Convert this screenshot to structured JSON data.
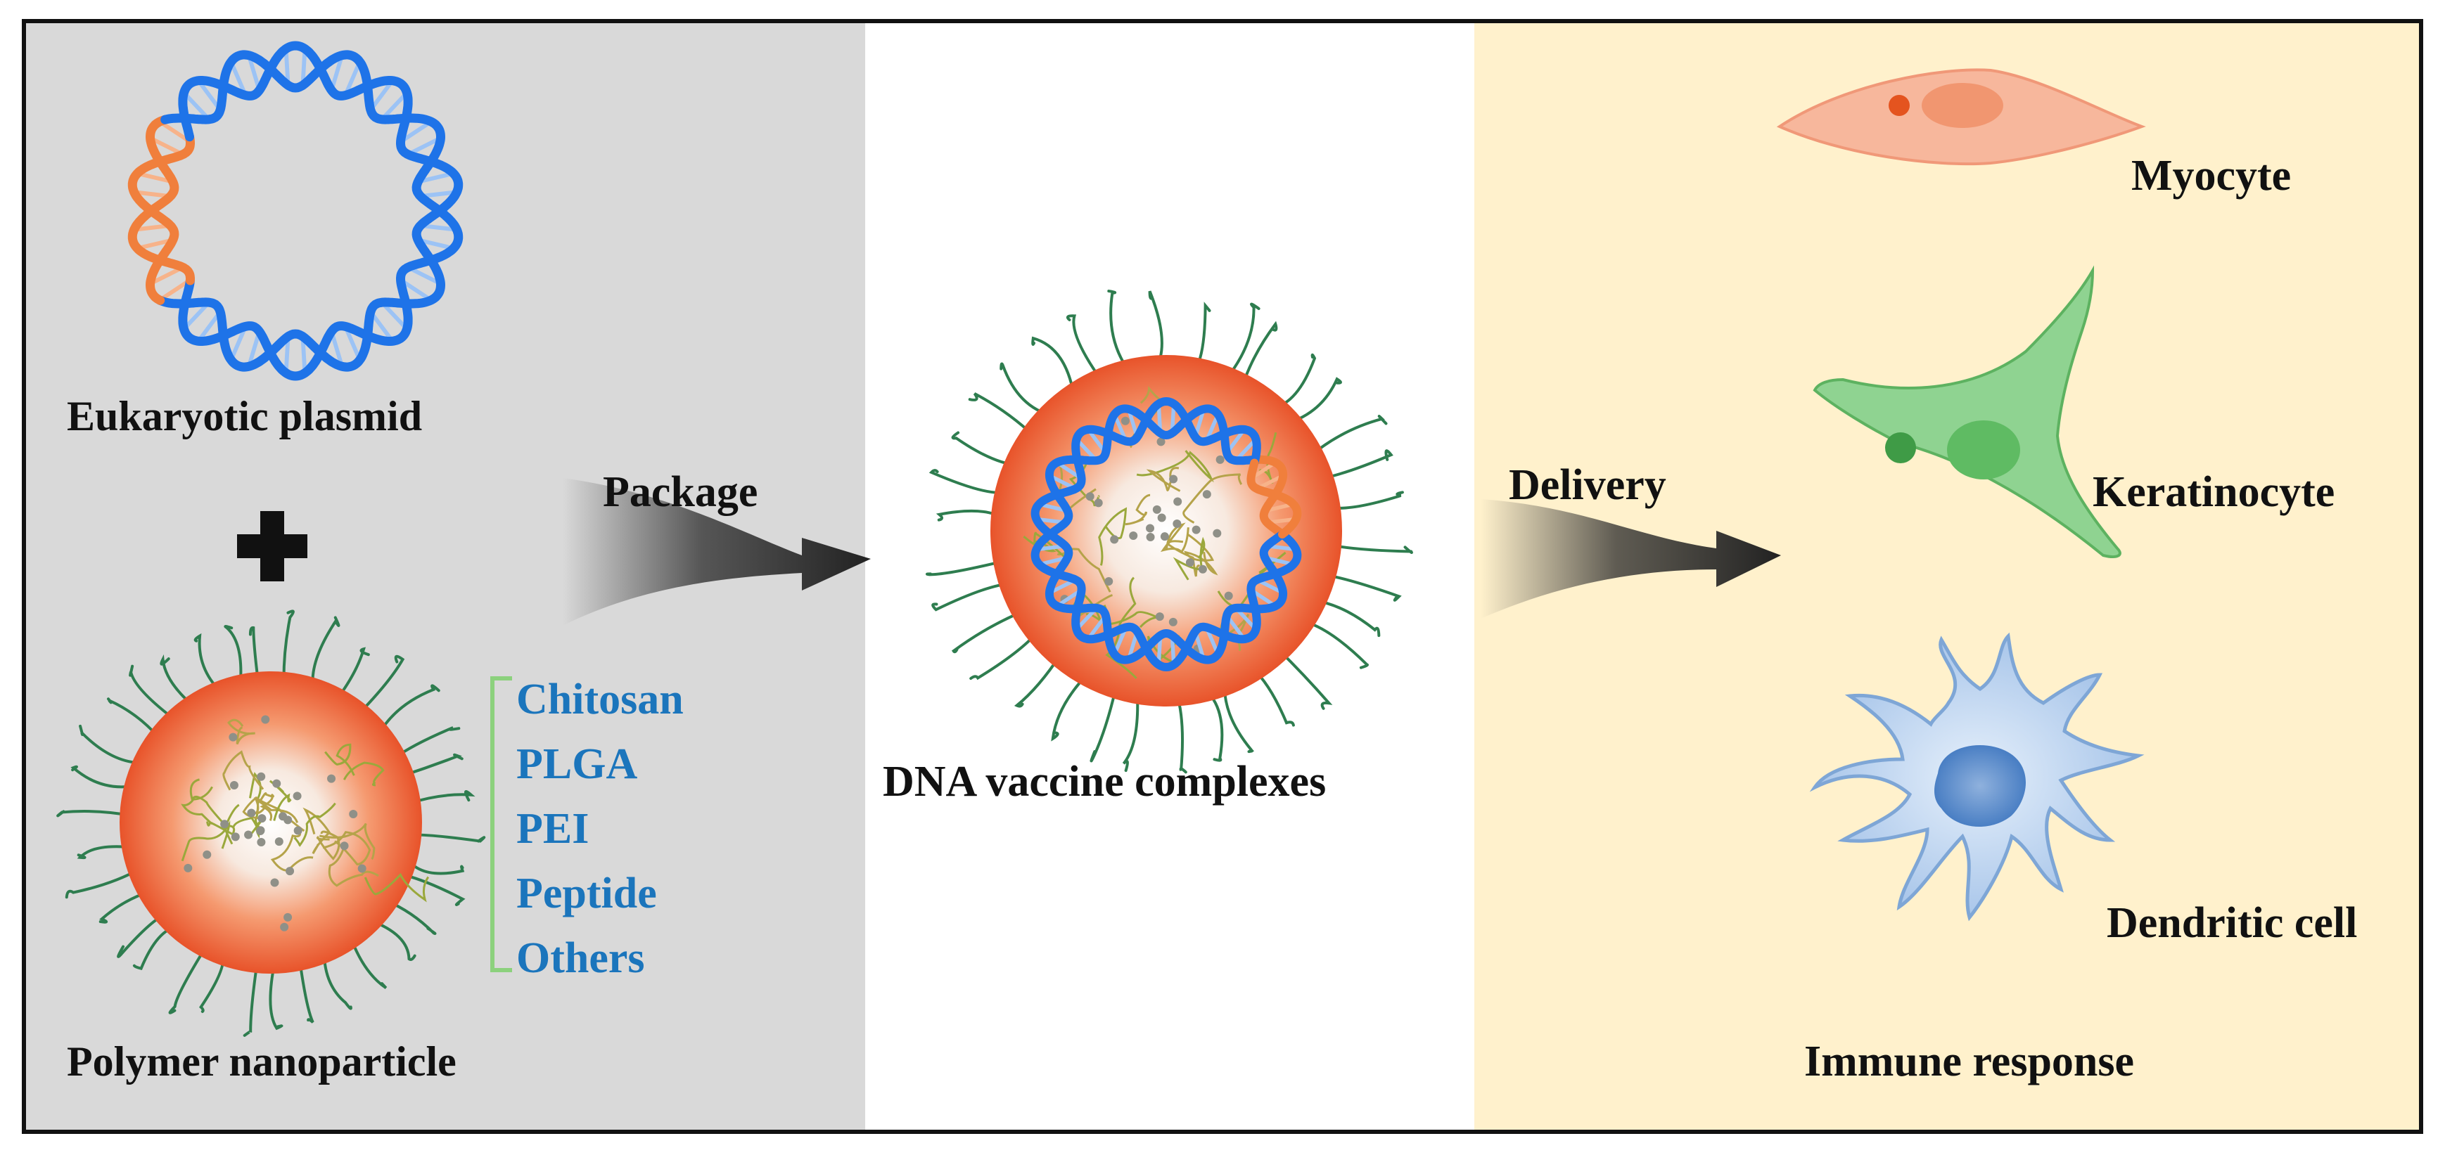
{
  "labels": {
    "plasmid": "Eukaryotic plasmid",
    "nanoparticle": "Polymer nanoparticle",
    "package": "Package",
    "complex": "DNA vaccine complexes",
    "delivery": "Delivery",
    "myocyte": "Myocyte",
    "keratinocyte": "Keratinocyte",
    "dendritic": "Dendritic cell",
    "immune": "Immune response"
  },
  "materials": [
    "Chitosan",
    "PLGA",
    "PEI",
    "Peptide",
    "Others"
  ],
  "colors": {
    "left_panel": "#d9d9d9",
    "middle_panel": "#ffffff",
    "right_panel": "#fff1cc",
    "dna_blue": "#1e73e8",
    "dna_orange": "#f07f3c",
    "material_text": "#1b75bc",
    "bracket": "#8cd17d",
    "nanoparticle_core": "#f26b3a",
    "polymer_chain": "#2e7d4f",
    "myocyte": "#f4a98a",
    "keratinocyte": "#79c77a",
    "dendritic": "#a9c6ea"
  }
}
